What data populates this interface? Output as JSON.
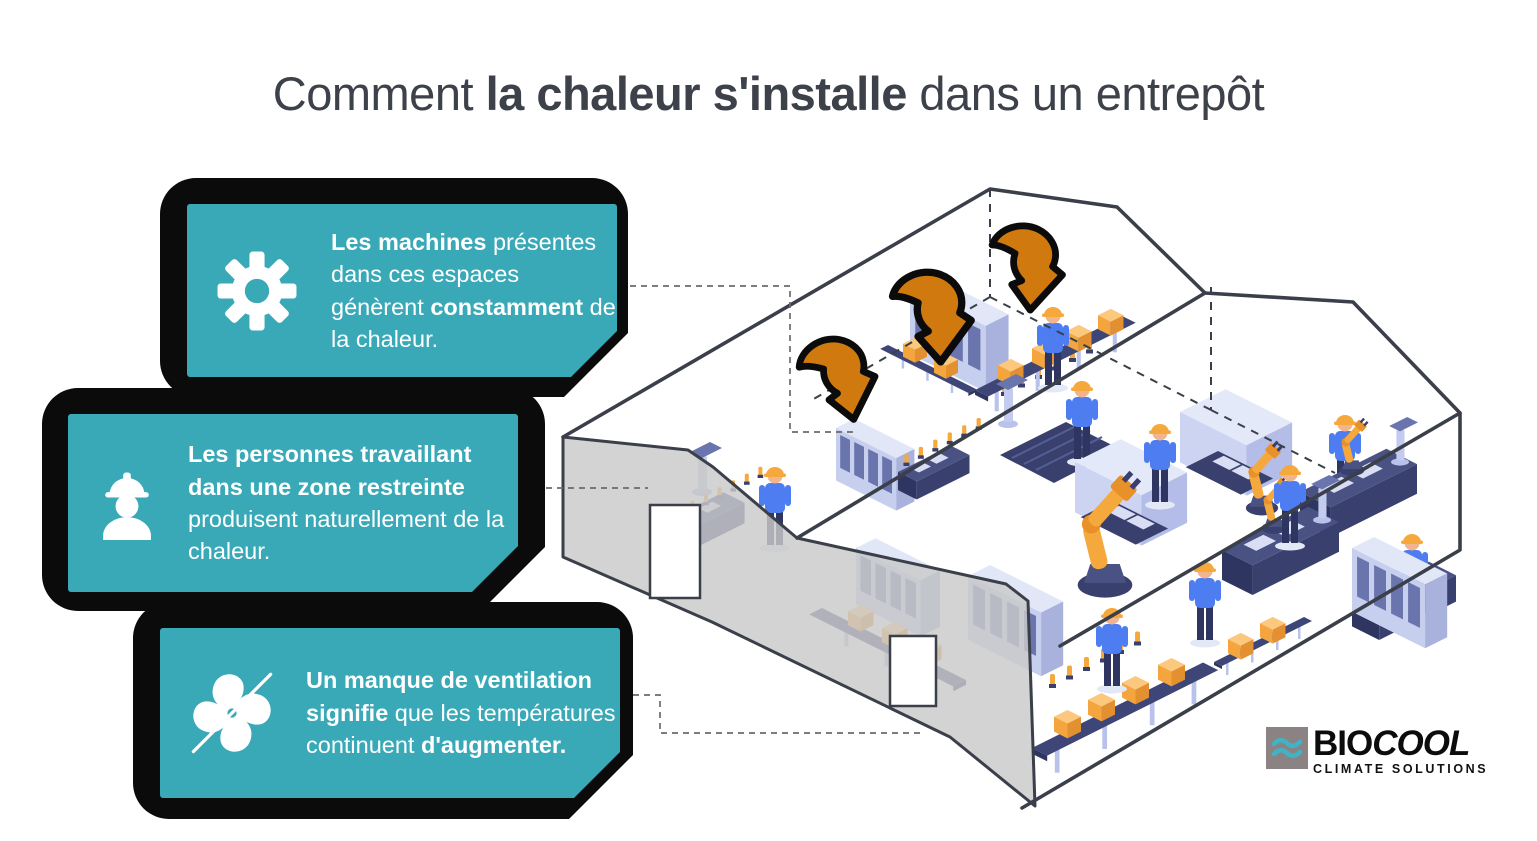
{
  "title": {
    "segments": [
      {
        "text": "Comment ",
        "bold": false
      },
      {
        "text": "la chaleur s'installe",
        "bold": true
      },
      {
        "text": " dans un entrepôt",
        "bold": false
      }
    ]
  },
  "cards": [
    {
      "icon": "gear-icon",
      "segments": [
        {
          "text": "Les machines",
          "bold": true
        },
        {
          "text": " présentes dans ces espaces génèrent ",
          "bold": false
        },
        {
          "text": "constamment",
          "bold": true
        },
        {
          "text": " de la chaleur.",
          "bold": false
        }
      ]
    },
    {
      "icon": "hard-hat-worker-icon",
      "segments": [
        {
          "text": "Les personnes travaillant dans une zone restreinte",
          "bold": true
        },
        {
          "text": " produisent naturellement de la chaleur.",
          "bold": false
        }
      ]
    },
    {
      "icon": "fan-icon",
      "segments": [
        {
          "text": "Un manque de ventilation signifie",
          "bold": true
        },
        {
          "text": " que les températures continuent ",
          "bold": false
        },
        {
          "text": "d'augmenter.",
          "bold": true
        }
      ]
    }
  ],
  "logo": {
    "bio": "BIO",
    "cool": "COOL",
    "tagline": "CLIMATE SOLUTIONS"
  },
  "colors": {
    "card_teal": "#39a9b8",
    "card_shadow_black": "#0b0b0b",
    "title_text": "#3d4149",
    "building_outline": "#3a3f4a",
    "cutaway_wall_gray": "#c9c9c9",
    "arrow_orange": "#d0790f",
    "machine_navy": "#39406e",
    "machine_lavender": "#c7cfee",
    "box_orange": "#f4a53d",
    "worker_shirt_blue": "#4d7df0",
    "helmet_orange": "#f5a83c",
    "logo_gray": "#8b8383",
    "logo_wave_teal": "#3fb4c6"
  }
}
